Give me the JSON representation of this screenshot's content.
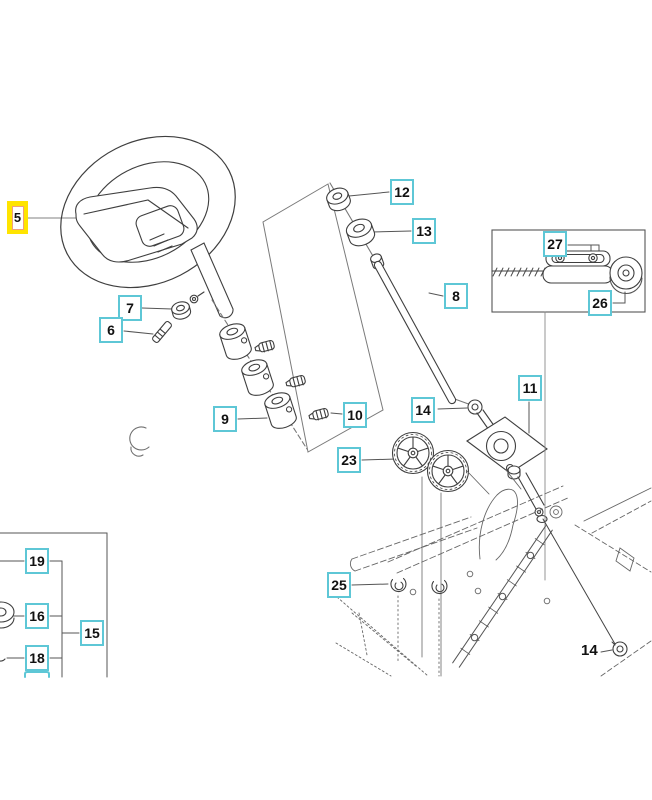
{
  "page": {
    "type": "exploded-parts-diagram",
    "subject": "Steering assembly parts diagram",
    "background": "#ffffff"
  },
  "colors": {
    "callout_border": "#5ec7d6",
    "callout_text": "#111111",
    "highlight_bg": "#ffe400",
    "highlight_inner_border": "#efa07d",
    "line_dark": "#3f3f3f",
    "line_light": "#8a8a8a"
  },
  "highlighted_part": "5",
  "callouts": [
    {
      "part": "5",
      "highlighted": true
    },
    {
      "part": "7"
    },
    {
      "part": "6"
    },
    {
      "part": "12"
    },
    {
      "part": "13"
    },
    {
      "part": "8"
    },
    {
      "part": "27"
    },
    {
      "part": "26"
    },
    {
      "part": "11"
    },
    {
      "part": "14"
    },
    {
      "part": "9"
    },
    {
      "part": "10"
    },
    {
      "part": "23"
    },
    {
      "part": "25"
    },
    {
      "part": "19"
    },
    {
      "part": "16"
    },
    {
      "part": "18"
    },
    {
      "part": "15"
    },
    {
      "part": "14"
    }
  ]
}
